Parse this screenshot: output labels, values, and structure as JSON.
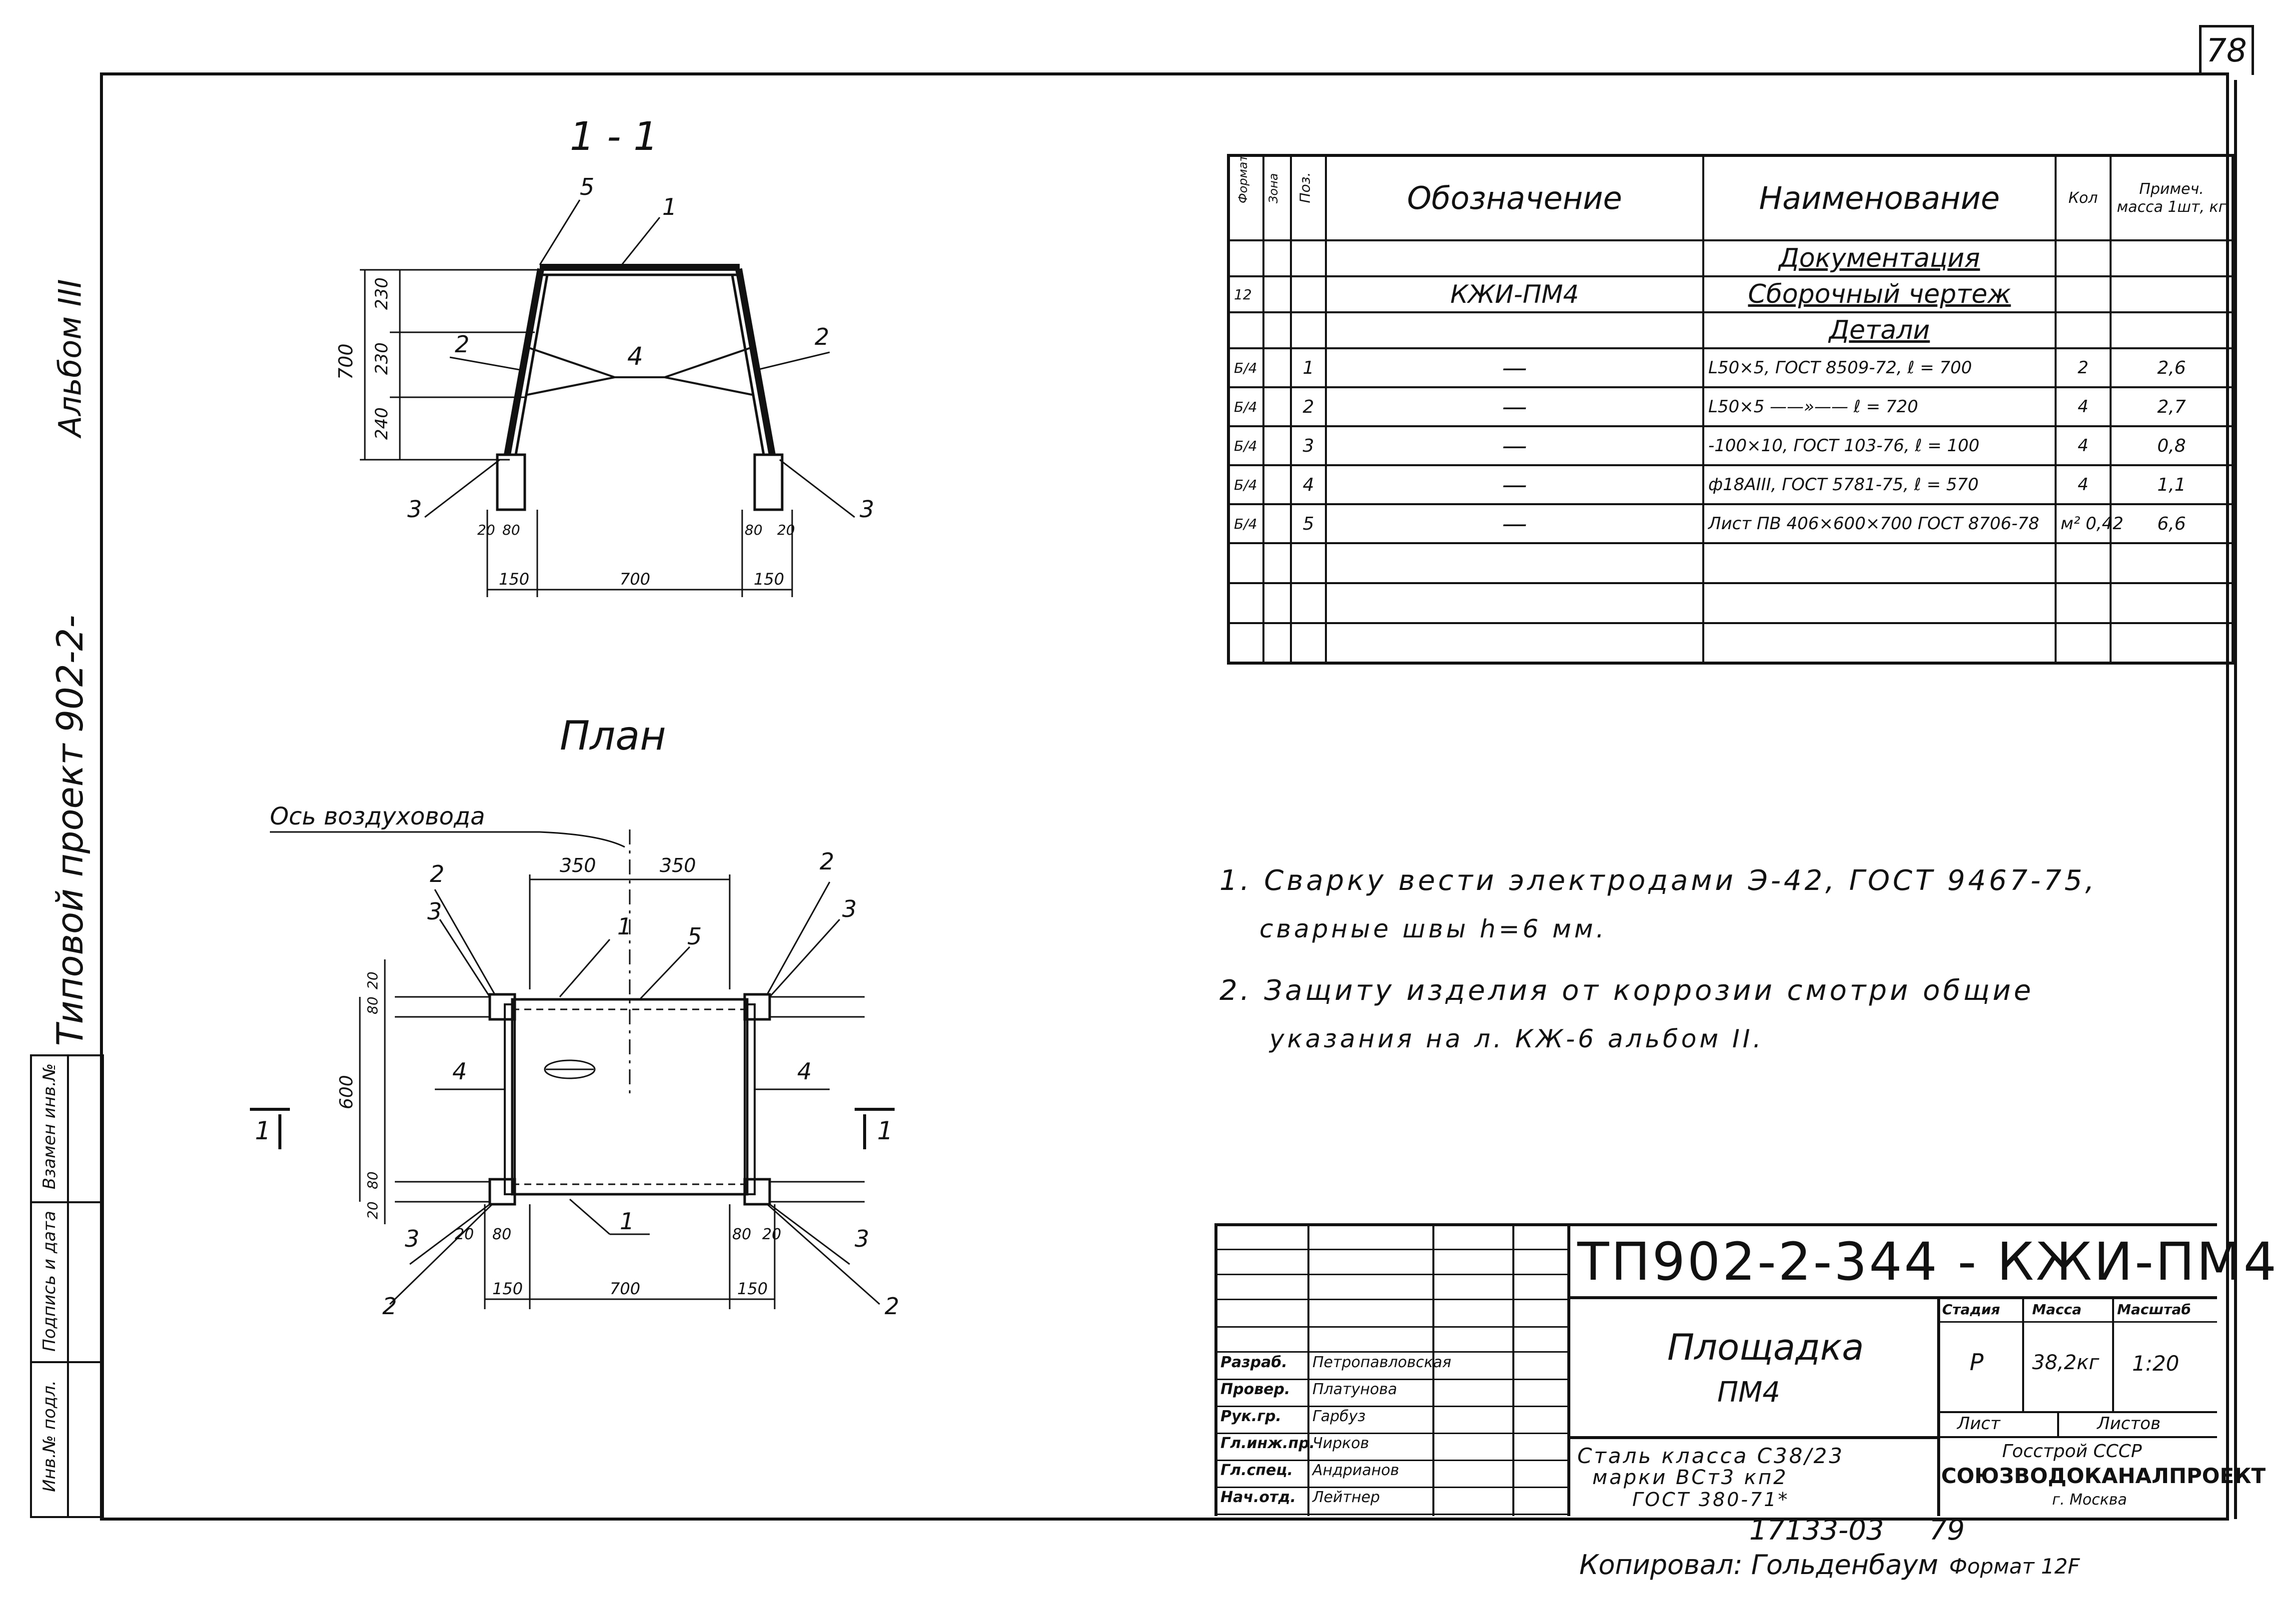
{
  "sheet": {
    "page_number": "78",
    "side_album": "Альбом III",
    "side_project": "Типовой проект 902-2-",
    "side_stamp": [
      "Инв.№ подл.",
      "Подпись и дата",
      "Взамен инв.№"
    ],
    "footer_number": "17133-03",
    "footer_page": "79",
    "copied_by": "Копировал: Гольденбаум",
    "format": "Формат 12F"
  },
  "section_view": {
    "title": "1 - 1",
    "dim_total": "700",
    "dim_top": "230",
    "dim_mid": "230",
    "dim_bottom": "240",
    "dim_base_left": "150",
    "dim_base_mid": "700",
    "dim_base_right": "150",
    "dim_small_a": "20",
    "dim_small_b": "80",
    "labels": [
      "5",
      "1",
      "2",
      "4",
      "2",
      "3",
      "3"
    ]
  },
  "plan_view": {
    "title": "План",
    "axis_label": "Ось воздуховода",
    "dim_half_left": "350",
    "dim_half_right": "350",
    "dim_height": "600",
    "dim_20": "20",
    "dim_80": "80",
    "dim_base_left": "150",
    "dim_base_mid": "700",
    "dim_base_right": "150",
    "section_mark": "1",
    "labels": [
      "2",
      "3",
      "1",
      "5",
      "2",
      "3",
      "4",
      "4",
      "1",
      "3",
      "2",
      "3",
      "2"
    ]
  },
  "spec_table": {
    "headers": {
      "format": "Формат",
      "zone": "Зона",
      "pos": "Поз.",
      "designation": "Обозначение",
      "name": "Наименование",
      "qty": "Кол",
      "note": "Примеч. масса 1шт, кг"
    },
    "rows": [
      {
        "format": "",
        "pos": "",
        "designation": "",
        "name": "Документация",
        "qty": "",
        "note": ""
      },
      {
        "format": "12",
        "pos": "",
        "designation": "КЖИ-ПМ4",
        "name": "Сборочный чертеж",
        "qty": "",
        "note": ""
      },
      {
        "format": "",
        "pos": "",
        "designation": "",
        "name": "Детали",
        "qty": "",
        "note": ""
      },
      {
        "format": "Б/4",
        "pos": "1",
        "designation": "—",
        "name": "L50×5, ГОСТ 8509-72, ℓ = 700",
        "qty": "2",
        "note": "2,6"
      },
      {
        "format": "Б/4",
        "pos": "2",
        "designation": "—",
        "name": "L50×5 ——»—— ℓ = 720",
        "qty": "4",
        "note": "2,7"
      },
      {
        "format": "Б/4",
        "pos": "3",
        "designation": "—",
        "name": "-100×10, ГОСТ 103-76, ℓ = 100",
        "qty": "4",
        "note": "0,8"
      },
      {
        "format": "Б/4",
        "pos": "4",
        "designation": "—",
        "name": "ф18АIII, ГОСТ 5781-75, ℓ = 570",
        "qty": "4",
        "note": "1,1"
      },
      {
        "format": "Б/4",
        "pos": "5",
        "designation": "—",
        "name": "Лист ПВ 406×600×700 ГОСТ 8706-78",
        "qty": "м² 0,42",
        "note": "6,6"
      },
      {
        "format": "",
        "pos": "",
        "designation": "",
        "name": "",
        "qty": "",
        "note": ""
      },
      {
        "format": "",
        "pos": "",
        "designation": "",
        "name": "",
        "qty": "",
        "note": ""
      },
      {
        "format": "",
        "pos": "",
        "designation": "",
        "name": "",
        "qty": "",
        "note": ""
      }
    ]
  },
  "notes": [
    "1. Сварку вести электродами Э-42, ГОСТ 9467-75,",
    "сварные швы h=6 мм.",
    "2. Защиту изделия от коррозии смотри общие",
    "указания на л. КЖ-6 альбом II."
  ],
  "title_block": {
    "code": "ТП902-2-344 - КЖИ-ПМ4",
    "item_name_1": "Площадка",
    "item_name_2": "ПМ4",
    "stage_label": "Стадия",
    "mass_label": "Масса",
    "scale_label": "Масштаб",
    "stage": "Р",
    "mass": "38,2кг",
    "scale": "1:20",
    "sheet_label": "Лист",
    "sheets_label": "Листов",
    "material_1": "Сталь класса С38/23",
    "material_2": "марки ВСт3 кп2",
    "material_3": "ГОСТ 380-71*",
    "org_1": "Госстрой СССР",
    "org_2": "СОЮЗВОДОКАНАЛПРОЕКТ",
    "org_3": "г. Москва",
    "roles": [
      {
        "role": "Разраб.",
        "name": "Петропавловская"
      },
      {
        "role": "Провер.",
        "name": "Платунова"
      },
      {
        "role": "Рук.гр.",
        "name": "Гарбуз"
      },
      {
        "role": "Гл.инж.пр.",
        "name": "Чирков"
      },
      {
        "role": "Гл.спец.",
        "name": "Андрианов"
      },
      {
        "role": "Нач.отд.",
        "name": "Лейтнер"
      }
    ]
  }
}
